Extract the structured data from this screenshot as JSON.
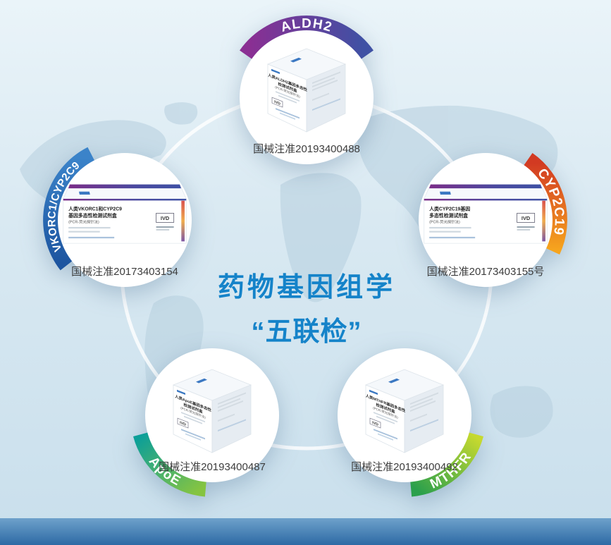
{
  "poster": {
    "center_title_line1": "药物基因组学",
    "center_title_line2": "“五联检”",
    "center_title_color": "#1583c9"
  },
  "products": [
    {
      "gene_label": "ALDH2",
      "registration": "国械注准20193400488",
      "ribbon_colors": [
        "#8a2f93",
        "#3f51a4"
      ],
      "box": {
        "title_line1": "人类ALDH2基因多态性",
        "title_line2": "检测试剂盒",
        "title_line3": "(PCR-荧光探针法)",
        "ivd_label": "IVD"
      }
    },
    {
      "gene_label": "VKORC1/CYP2C9",
      "registration": "国械注准20173403154",
      "ribbon_colors": [
        "#3b83c9",
        "#1d55a0"
      ],
      "box": {
        "title_line1": "人类VKORC1和CYP2C9",
        "title_line2": "基因多态性检测试剂盒",
        "title_line3": "(PCR-荧光探针法)",
        "ivd_label": "IVD"
      }
    },
    {
      "gene_label": "CYP2C19",
      "registration": "国械注准20173403155号",
      "ribbon_colors": [
        "#d23a22",
        "#f6a41e"
      ],
      "box": {
        "title_line1": "人类CYP2C19基因",
        "title_line2": "多态性检测试剂盒",
        "title_line3": "(PCR-荧光探针法)",
        "ivd_label": "IVD"
      }
    },
    {
      "gene_label": "ApoE",
      "registration": "国械注准20193400487",
      "ribbon_colors": [
        "#0d9f98",
        "#85c441"
      ],
      "box": {
        "title_line1": "人类ApoE基因多态性",
        "title_line2": "检测试剂盒",
        "title_line3": "(PCR-荧光探针法)",
        "ivd_label": "IVD"
      }
    },
    {
      "gene_label": "MTHFR",
      "registration": "国械注准20193400492",
      "ribbon_colors": [
        "#2ba04c",
        "#c6d92f"
      ],
      "box": {
        "title_line1": "人类MTHFR基因多态性",
        "title_line2": "检测试剂盒",
        "title_line3": "(PCR-荧光探针法)",
        "ivd_label": "IVD"
      }
    }
  ]
}
